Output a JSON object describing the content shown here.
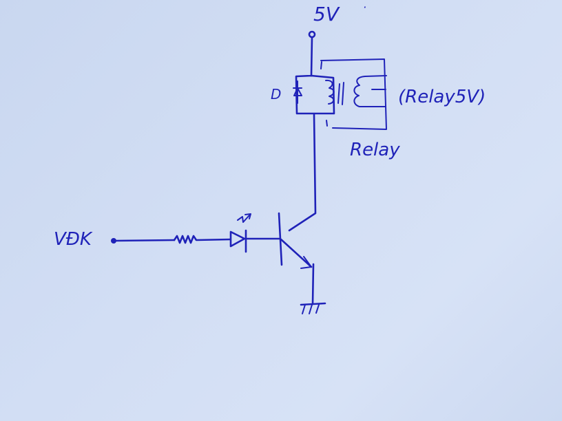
{
  "diagram": {
    "type": "hand-drawn circuit schematic",
    "ink_color": "#1f22b8",
    "paper_color": "#d2def4",
    "labels": {
      "supply": "5V",
      "supply_dot": "·",
      "diode": "D",
      "relay_spec": "(Relay5V)",
      "relay": "Relay",
      "input": "VĐK"
    },
    "components": [
      {
        "id": "supply",
        "kind": "terminal",
        "label": "5V"
      },
      {
        "id": "diode",
        "kind": "flyback-diode",
        "label": "D"
      },
      {
        "id": "relay",
        "kind": "relay",
        "label": "Relay",
        "spec": "(Relay5V)"
      },
      {
        "id": "input",
        "kind": "terminal",
        "label": "VĐK"
      },
      {
        "id": "resistor",
        "kind": "resistor"
      },
      {
        "id": "led",
        "kind": "led"
      },
      {
        "id": "transistor",
        "kind": "npn-transistor"
      },
      {
        "id": "ground",
        "kind": "ground"
      }
    ]
  }
}
